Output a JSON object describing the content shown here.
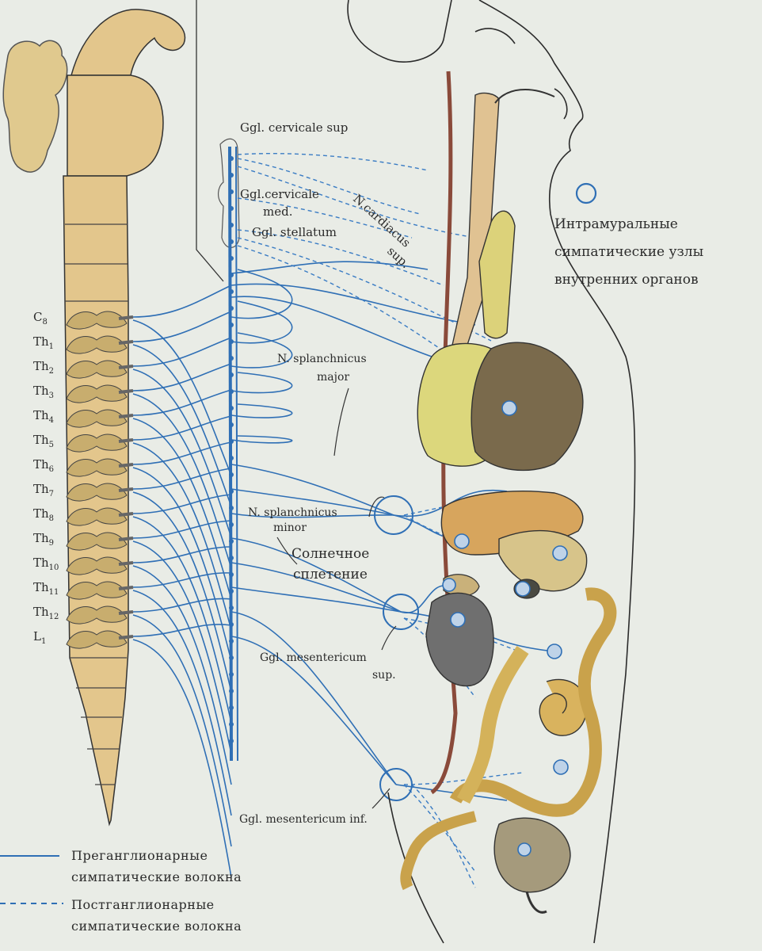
{
  "labels": {
    "ggl_cervicale_sup": "Ggl. cervicale sup",
    "ggl_cervicale_med_1": "Ggl.cervicale",
    "ggl_cervicale_med_2": "med.",
    "ggl_stellatum": "Ggl. stellatum",
    "n_cardiacus_1": "N.cardiacus",
    "n_cardiacus_2": "sup.",
    "intramural_1": "Интрамуральные",
    "intramural_2": "симпатические узлы",
    "intramural_3": "внутренних органов",
    "n_splanchnicus_major_1": "N. splanchnicus",
    "n_splanchnicus_major_2": "major",
    "n_splanchnicus_minor_1": "N. splanchnicus",
    "n_splanchnicus_minor_2": "minor",
    "plexus_1": "Солнечное",
    "plexus_2": "сплетение",
    "ggl_mesentericum_sup_1": "Ggl. mesentericum",
    "ggl_mesentericum_sup_2": "sup.",
    "ggl_mesentericum_inf": "Ggl. mesentericum inf."
  },
  "segments": [
    "C8",
    "Th1",
    "Th2",
    "Th3",
    "Th4",
    "Th5",
    "Th6",
    "Th7",
    "Th8",
    "Th9",
    "Th10",
    "Th11",
    "Th12",
    "L1"
  ],
  "legend": {
    "pre_1": "Преганглионарные",
    "pre_2": "симпатические волокна",
    "post_1": "Постганглионарные",
    "post_2": "симпатические волокна"
  },
  "colors": {
    "background": "#e9ece6",
    "nerve": "#2f6fb5",
    "cord": "#e3c68c",
    "organ_yellow": "#d8d27a",
    "organ_brown": "#7a6a4c",
    "organ_orange": "#d7a55d",
    "outline": "#2b2b2b"
  }
}
